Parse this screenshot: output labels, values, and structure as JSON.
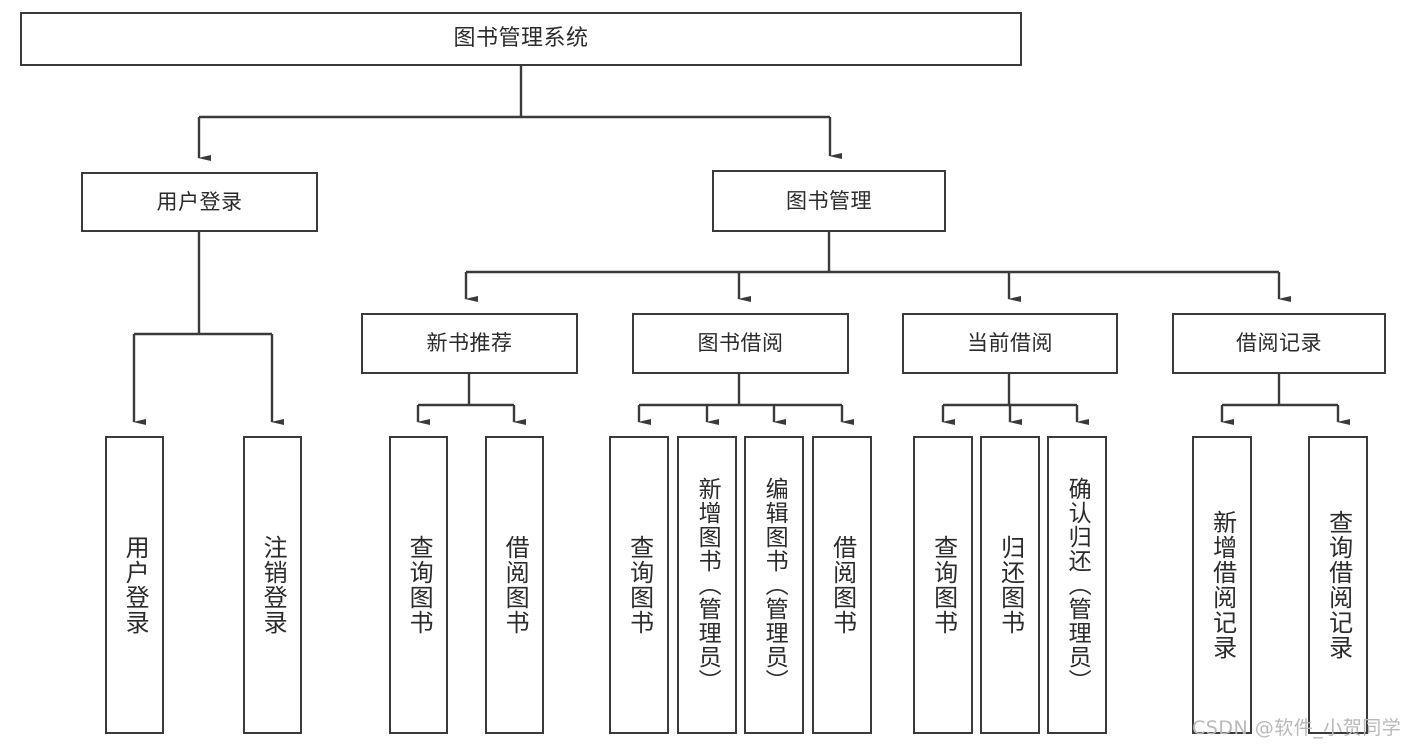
{
  "diagram": {
    "type": "tree",
    "title": "图书管理系统",
    "watermark": "CSDN @软件_小贺同学",
    "colors": {
      "box_border": "#3a3a3a",
      "box_fill": "#ffffff",
      "text": "#2b2b2b",
      "edge": "#3a3a3a",
      "watermark": "#b9b9b9"
    },
    "nodes": {
      "root": {
        "label": "图书管理系统"
      },
      "level2": [
        {
          "label": "用户登录"
        },
        {
          "label": "图书管理"
        }
      ],
      "level3": [
        {
          "label": "新书推荐"
        },
        {
          "label": "图书借阅"
        },
        {
          "label": "当前借阅"
        },
        {
          "label": "借阅记录"
        }
      ],
      "leaves": {
        "user_login": [
          {
            "label": "用户登录"
          },
          {
            "label": "注销登录"
          }
        ],
        "new_book": [
          {
            "label": "查询图书"
          },
          {
            "label": "借阅图书"
          }
        ],
        "book_borrow": [
          {
            "label": "查询图书"
          },
          {
            "label": "新增图书（管理员）"
          },
          {
            "label": "编辑图书（管理员）"
          },
          {
            "label": "借阅图书"
          }
        ],
        "current_borrow": [
          {
            "label": "查询图书"
          },
          {
            "label": "归还图书"
          },
          {
            "label": "确认归还（管理员）"
          }
        ],
        "borrow_record": [
          {
            "label": "新增借阅记录"
          },
          {
            "label": "查询借阅记录"
          }
        ]
      }
    }
  }
}
